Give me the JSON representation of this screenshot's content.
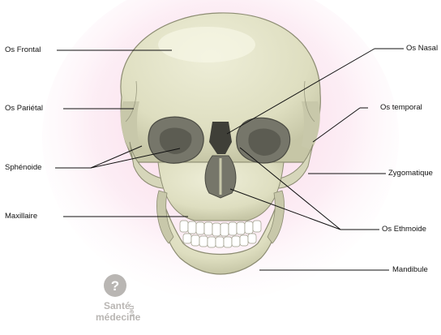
{
  "labels": {
    "frontal": "Os Frontal",
    "parietal": "Os Pariétal",
    "sphenoide": "Sphénoide",
    "maxillaire": "Maxillaire",
    "nasal": "Os Nasal",
    "temporal": "Os temporal",
    "zygomatique": "Zygomatique",
    "ethmoide": "Os Ethmoide",
    "mandibule": "Mandibule"
  },
  "watermark": {
    "line1": "Santé",
    "line2": "médecine",
    "suffix": ".net"
  },
  "colors": {
    "bone": "#e2e2c6",
    "bone_shade": "#c9c9ab",
    "bone_dark": "#a8a88c",
    "cavity": "#76766a",
    "cavity_dark": "#4a4a42",
    "background_glow": "#f7c9de"
  }
}
